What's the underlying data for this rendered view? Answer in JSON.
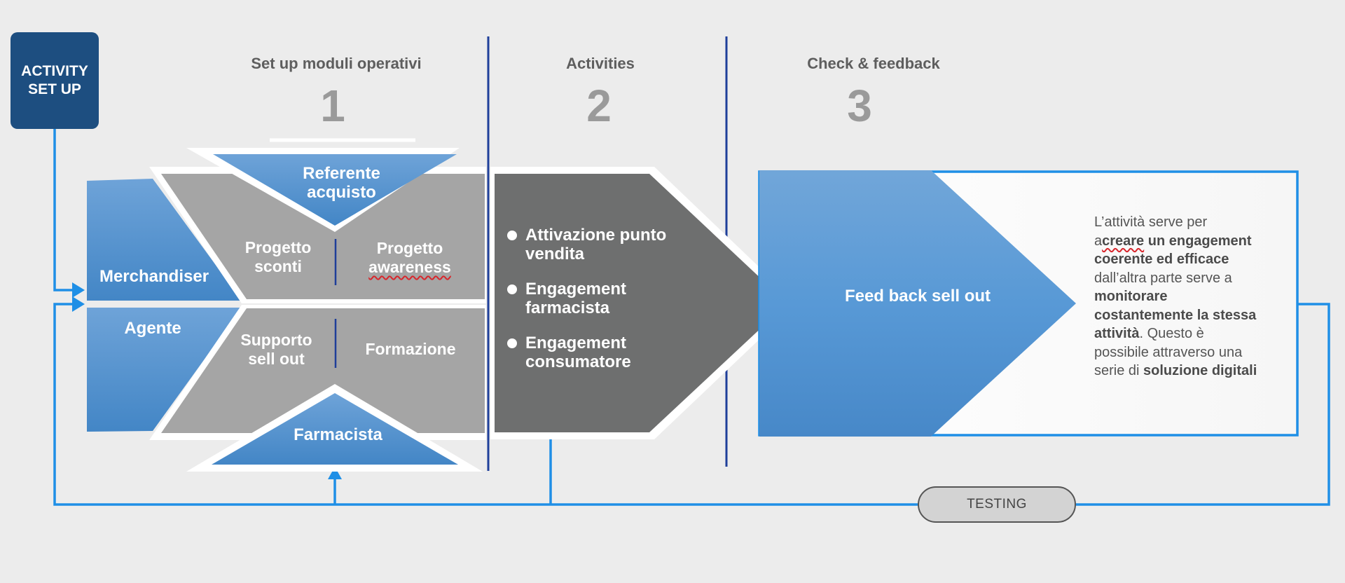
{
  "start_box": {
    "label_line1": "ACTIVITY",
    "label_line2": "SET UP"
  },
  "columns": [
    {
      "title": "Set up moduli operativi",
      "number": "1"
    },
    {
      "title": "Activities",
      "number": "2"
    },
    {
      "title": "Check & feedback",
      "number": "3"
    }
  ],
  "roles": {
    "merchandiser": "Merchandiser",
    "agente": "Agente",
    "referente_line1": "Referente",
    "referente_line2": "acquisto",
    "farmacista": "Farmacista"
  },
  "modules": {
    "progetto_sconti_line1": "Progetto",
    "progetto_sconti_line2": "sconti",
    "progetto_awareness_line1": "Progetto",
    "progetto_awareness_line2": "awareness",
    "supporto_line1": "Supporto",
    "supporto_line2": "sell out",
    "formazione": "Formazione"
  },
  "activities": [
    {
      "line1": "Attivazione punto",
      "line2": "vendita"
    },
    {
      "line1": "Engagement",
      "line2": "farmacista"
    },
    {
      "line1": "Engagement",
      "line2": "consumatore"
    }
  ],
  "feedback": {
    "title": "Feed back sell out",
    "desc_1": "L’attività serve per",
    "desc_2a": "a",
    "desc_2b": "creare",
    "desc_2c": " un engagement",
    "desc_3": "coerente ed efficace",
    "desc_4": "dall’altra parte serve a",
    "desc_5": "monitorare",
    "desc_6": "costantemente la stessa",
    "desc_7a": "attività",
    "desc_7b": ". Questo è",
    "desc_8": "possibile attraverso una",
    "desc_9a": "serie di ",
    "desc_9b": "soluzione digitali"
  },
  "testing_label": "TESTING",
  "colors": {
    "dark_blue": "#1d4e80",
    "connector_blue": "#1f8fe6",
    "divider_blue": "#1f3f9a",
    "module_gray": "#a5a5a5",
    "activity_gray": "#6e6f6f"
  }
}
